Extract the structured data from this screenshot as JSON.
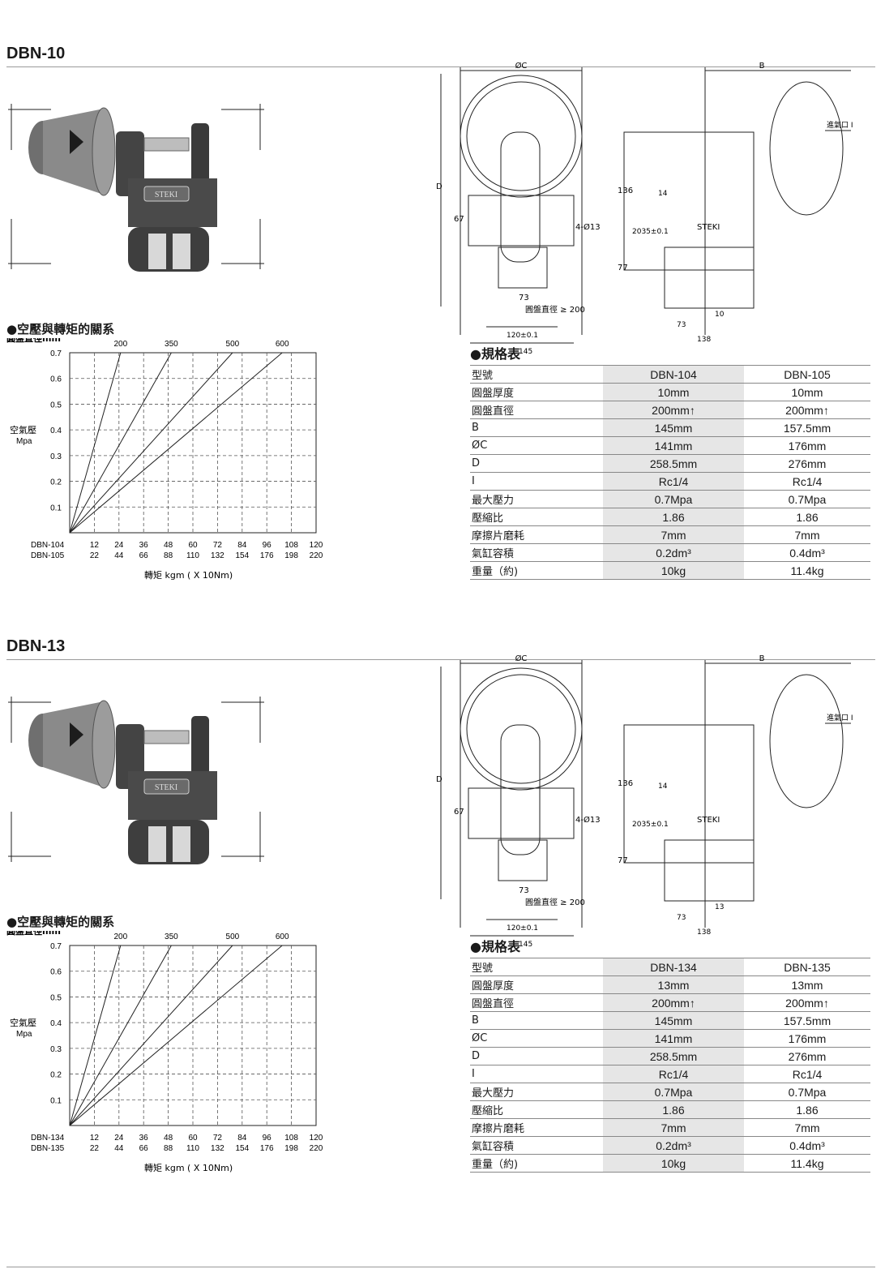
{
  "sections": [
    {
      "title": "DBN-10",
      "chart_heading": "●空壓與轉矩的關系",
      "drawing": {
        "oc": "ØC",
        "b": "B",
        "d": "D",
        "dim_67": "67",
        "dim_4013": "4-Ø13",
        "dim_73": "73",
        "disc": "圓盤直徑 ≥ 200",
        "dim_120": "120±0.1",
        "dim_145": "145",
        "dim_136": "136",
        "dim_14": "14",
        "dim_2035": "2035±0.1",
        "dim_77": "77",
        "gap": "10",
        "dim_73b": "73",
        "dim_138": "138",
        "inlet": "進氣口 I",
        "brand": "STEKI"
      },
      "chart_data": {
        "type": "line",
        "top_axis_label": "圓盤直徑mm",
        "top_ticks": [
          "200",
          "350",
          "500",
          "600"
        ],
        "ylabel": "空氣壓",
        "yunit": "Mpa",
        "y_ticks": [
          "0.7",
          "0.6",
          "0.5",
          "0.4",
          "0.3",
          "0.2",
          "0.1"
        ],
        "ylim": [
          0.0,
          0.7
        ],
        "x_rows": [
          {
            "name": "DBN-104",
            "ticks": [
              "12",
              "24",
              "36",
              "48",
              "60",
              "72",
              "84",
              "96",
              "108",
              "120"
            ]
          },
          {
            "name": "DBN-105",
            "ticks": [
              "22",
              "44",
              "66",
              "88",
              "110",
              "132",
              "154",
              "176",
              "198",
              "220"
            ]
          }
        ],
        "xlabel": "轉矩  kgm ( X 10Nm)",
        "xlim": [
          0,
          120
        ],
        "grid": true,
        "series": [
          {
            "name": "200",
            "x": [
              0,
              24.8
            ],
            "y": [
              0.0,
              0.7
            ]
          },
          {
            "name": "350",
            "x": [
              0,
              49.5
            ],
            "y": [
              0.0,
              0.7
            ]
          },
          {
            "name": "500",
            "x": [
              0,
              79.3
            ],
            "y": [
              0.0,
              0.7
            ]
          },
          {
            "name": "600",
            "x": [
              0,
              103.5
            ],
            "y": [
              0.0,
              0.7
            ]
          }
        ]
      },
      "spec_heading": "●規格表",
      "spec_rows": [
        [
          "型號",
          "DBN-104",
          "DBN-105"
        ],
        [
          "圓盤厚度",
          "10mm",
          "10mm"
        ],
        [
          "圓盤直徑",
          "200mm↑",
          "200mm↑"
        ],
        [
          "B",
          "145mm",
          "157.5mm"
        ],
        [
          "ØC",
          "141mm",
          "176mm"
        ],
        [
          "D",
          "258.5mm",
          "276mm"
        ],
        [
          "I",
          "Rc1/4",
          "Rc1/4"
        ],
        [
          "最大壓力",
          "0.7Mpa",
          "0.7Mpa"
        ],
        [
          "壓縮比",
          "1.86",
          "1.86"
        ],
        [
          "摩擦片磨耗",
          "7mm",
          "7mm"
        ],
        [
          "氣缸容積",
          "0.2dm³",
          "0.4dm³"
        ],
        [
          "重量（約)",
          "10kg",
          "11.4kg"
        ]
      ]
    },
    {
      "title": "DBN-13",
      "chart_heading": "●空壓與轉矩的關系",
      "drawing": {
        "oc": "ØC",
        "b": "B",
        "d": "D",
        "dim_67": "67",
        "dim_4013": "4-Ø13",
        "dim_73": "73",
        "disc": "圓盤直徑 ≥ 200",
        "dim_120": "120±0.1",
        "dim_145": "145",
        "dim_136": "136",
        "dim_14": "14",
        "dim_2035": "2035±0.1",
        "dim_77": "77",
        "gap": "13",
        "dim_73b": "73",
        "dim_138": "138",
        "inlet": "進氣口 I",
        "brand": "STEKI"
      },
      "chart_data": {
        "type": "line",
        "top_axis_label": "圓盤直徑mm",
        "top_ticks": [
          "200",
          "350",
          "500",
          "600"
        ],
        "ylabel": "空氣壓",
        "yunit": "Mpa",
        "y_ticks": [
          "0.7",
          "0.6",
          "0.5",
          "0.4",
          "0.3",
          "0.2",
          "0.1"
        ],
        "ylim": [
          0.0,
          0.7
        ],
        "x_rows": [
          {
            "name": "DBN-134",
            "ticks": [
              "12",
              "24",
              "36",
              "48",
              "60",
              "72",
              "84",
              "96",
              "108",
              "120"
            ]
          },
          {
            "name": "DBN-135",
            "ticks": [
              "22",
              "44",
              "66",
              "88",
              "110",
              "132",
              "154",
              "176",
              "198",
              "220"
            ]
          }
        ],
        "xlabel": "轉矩  kgm ( X 10Nm)",
        "xlim": [
          0,
          120
        ],
        "grid": true,
        "series": [
          {
            "name": "200",
            "x": [
              0,
              24.8
            ],
            "y": [
              0.0,
              0.7
            ]
          },
          {
            "name": "350",
            "x": [
              0,
              49.5
            ],
            "y": [
              0.0,
              0.7
            ]
          },
          {
            "name": "500",
            "x": [
              0,
              79.3
            ],
            "y": [
              0.0,
              0.7
            ]
          },
          {
            "name": "600",
            "x": [
              0,
              103.5
            ],
            "y": [
              0.0,
              0.7
            ]
          }
        ]
      },
      "spec_heading": "●規格表",
      "spec_rows": [
        [
          "型號",
          "DBN-134",
          "DBN-135"
        ],
        [
          "圓盤厚度",
          "13mm",
          "13mm"
        ],
        [
          "圓盤直徑",
          "200mm↑",
          "200mm↑"
        ],
        [
          "B",
          "145mm",
          "157.5mm"
        ],
        [
          "ØC",
          "141mm",
          "176mm"
        ],
        [
          "D",
          "258.5mm",
          "276mm"
        ],
        [
          "I",
          "Rc1/4",
          "Rc1/4"
        ],
        [
          "最大壓力",
          "0.7Mpa",
          "0.7Mpa"
        ],
        [
          "壓縮比",
          "1.86",
          "1.86"
        ],
        [
          "摩擦片磨耗",
          "7mm",
          "7mm"
        ],
        [
          "氣缸容積",
          "0.2dm³",
          "0.4dm³"
        ],
        [
          "重量（約)",
          "10kg",
          "11.4kg"
        ]
      ]
    }
  ]
}
